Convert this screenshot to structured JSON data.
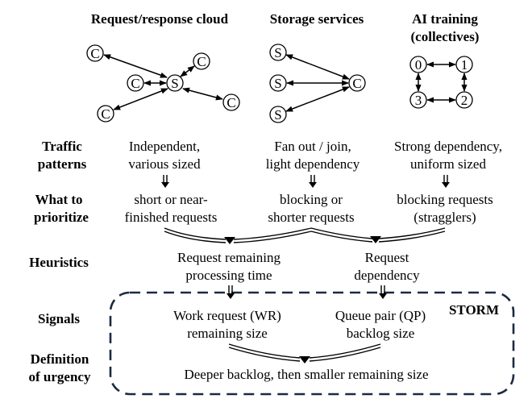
{
  "columns": {
    "cloud": {
      "title": "Request/response cloud"
    },
    "storage": {
      "title": "Storage services"
    },
    "ai": {
      "title_line1": "AI training",
      "title_line2": "(collectives)"
    }
  },
  "graphs": {
    "cloud": {
      "center": "S",
      "leaves": [
        "C",
        "C",
        "C",
        "C",
        "C"
      ]
    },
    "storage": {
      "center": "C",
      "leaves": [
        "S",
        "S",
        "S"
      ]
    },
    "ai": {
      "nodes": [
        "0",
        "1",
        "2",
        "3"
      ]
    }
  },
  "rows": {
    "traffic": {
      "label_line1": "Traffic",
      "label_line2": "patterns",
      "cloud": [
        "Independent,",
        "various sized"
      ],
      "storage": [
        "Fan out / join,",
        "light dependency"
      ],
      "ai": [
        "Strong dependency,",
        "uniform sized"
      ]
    },
    "prioritize": {
      "label_line1": "What to",
      "label_line2": "prioritize",
      "cloud": [
        "short or near-",
        "finished requests"
      ],
      "storage": [
        "blocking or",
        "shorter requests"
      ],
      "ai": [
        "blocking requests",
        "(stragglers)"
      ]
    },
    "heuristics": {
      "label": "Heuristics",
      "left": [
        "Request remaining",
        "processing time"
      ],
      "right": [
        "Request",
        "dependency"
      ]
    },
    "signals": {
      "label": "Signals",
      "left": [
        "Work request (WR)",
        "remaining size"
      ],
      "right": [
        "Queue pair (QP)",
        "backlog size"
      ]
    },
    "urgency": {
      "label_line1": "Definition",
      "label_line2": "of urgency",
      "text": "Deeper backlog, then smaller remaining size"
    }
  },
  "storm_label": "STORM"
}
